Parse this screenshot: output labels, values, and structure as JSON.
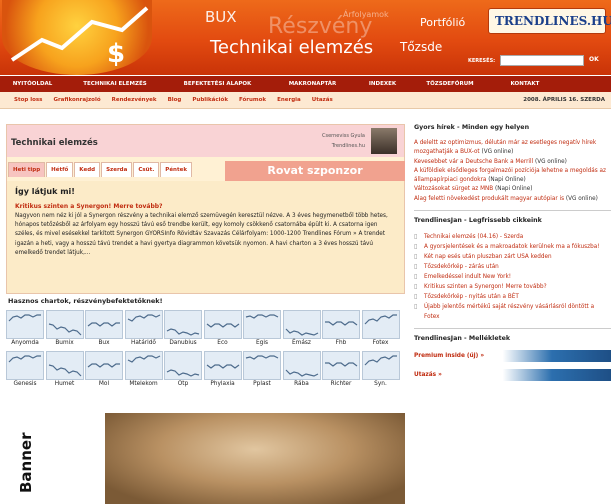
{
  "header": {
    "words": [
      "BUX",
      "Részvény",
      "Árfolyamok",
      "Portfólió",
      "Technikai elemzés",
      "Tőzsde"
    ],
    "logo": "TRENDLINES.HU",
    "search_label": "KERESÉS:",
    "search_go": "OK",
    "search_placeholder": ""
  },
  "nav": [
    "NYITÓOLDAL",
    "TECHNIKAI ELEMZÉS",
    "BEFEKTETÉSI ALAPOK",
    "MAKRONAPTÁR",
    "INDEXEK",
    "TŐZSDEFÓRUM",
    "KONTAKT"
  ],
  "subnav": [
    "Stop loss",
    "Grafikonrajzoló",
    "Rendezvények",
    "Blog",
    "Publikációk",
    "Fórumok",
    "Energia",
    "Utazás"
  ],
  "date": "2008. ÁPRILIS 16. SZERDA",
  "main": {
    "box_title": "Technikai elemzés",
    "author_name": "Cserneviss Gyula",
    "author_site": "Trendlines.hu",
    "tabs": [
      "Heti tipp",
      "Hétfő",
      "Kedd",
      "Szerda",
      "Csüt.",
      "Péntek"
    ],
    "sponsor": "Rovat szponzor",
    "headline": "Így látjuk mi!",
    "article_link": "Kritikus szinten a Synergon! Merre tovább?",
    "article_text": "Nagyvon nem néz ki jól a Synergon részvény a technikai elemző szemüvegén keresztül nézve. A 3 éves hegymenetből több hetes, hónapos tetőzésből az árfolyam egy hosszú távú eső trendbe került, egy komoly csökkenő csatornába épült ki. A csatorna igen széles, és mivel esésekkel tarkított Synergon GYORSInfo Rövidtáv Szavazás Célárfolyam: 1000-1200 Trendlines Fórum » A trendet igazán a heti, vagy a hosszú távú trendet a havi gyertya diagrammon követsük nyomon. A havi charton a 3 éves hosszú távú emelkedő trendet látjuk,...",
    "charts_heading": "Hasznos chartok, részvénybefektetőknek!",
    "chart_labels_row1": [
      "Anyomda",
      "Bumix",
      "Bux",
      "Határidő",
      "Danubius",
      "Eco",
      "Egis",
      "Émász",
      "Fhb",
      "Fotex"
    ],
    "chart_labels_row2": [
      "Genesis",
      "Humet",
      "Mol",
      "Mtelekom",
      "Otp",
      "Phylaxia",
      "Pplast",
      "Rába",
      "Richter",
      "Syn."
    ],
    "banner_label": "Banner"
  },
  "sidebar": {
    "news_heading": "Gyors hírek - Minden egy helyen",
    "news": [
      {
        "title": "A deleltt az optimizmus, délután már az esetleges negatív hírek mozgathatják a BUX-ot",
        "source": "(VG online)"
      },
      {
        "title": "Kevesebbet vár a Deutsche Bank a Merrill",
        "source": "(VG online)"
      },
      {
        "title": "A küföldiek elsődleges forgalmazói pozíciója lehetne a megoldás az állampapírpiaci gondokra",
        "source": "(Napi Online)"
      },
      {
        "title": "Változásokat sürget az MNB",
        "source": "(Napi Online)"
      },
      {
        "title": "Alag feletti növekedést produkált magyar autópiar is",
        "source": "(VG online)"
      }
    ],
    "articles_heading": "TrendlinesJan - Legfrissebb cikkeink",
    "articles": [
      "Technikai elemzés (04.16) - Szerda",
      "A gyorsjelentések és a makroadatok kerülnek ma a fókuszba!",
      "Két nap esés után pluszban zárt USA kedden",
      "Tőzsdekörkép - zárás után",
      "Emelkedéssel indult New York!",
      "Kritikus szinten a Synergon! Merre tovább?",
      "Tőzsdekörkép - nyitás után a BÉT",
      "Újabb jelentős mértékű saját részvény vásárlásról döntött a Fotex"
    ],
    "supplements_heading": "TrendlinesJan - Mellékletek",
    "supplements": [
      "Premium inside (új) »",
      "Utazás »"
    ]
  }
}
